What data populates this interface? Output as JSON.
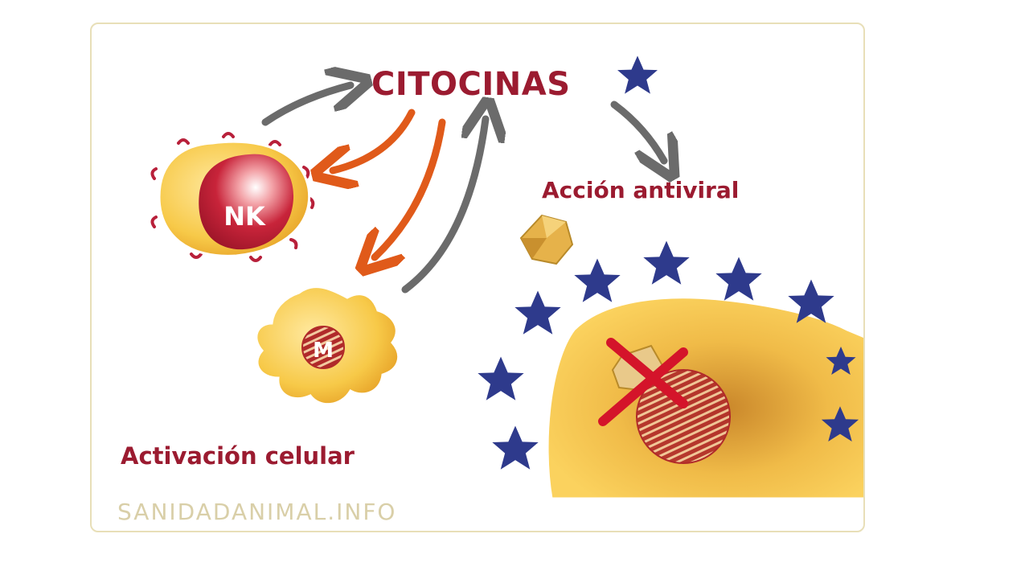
{
  "diagram": {
    "title": "CITOCINAS",
    "antiviral_label": "Acción antiviral",
    "activation_label": "Activación celular",
    "nk_label": "NK",
    "macrophage_label": "M",
    "watermark": "SANIDADANIMAL.INFO",
    "colors": {
      "title": "#9b1b30",
      "arrow_gray": "#6b6b6b",
      "arrow_orange": "#e05a1a",
      "cell_yellow": "#f7c948",
      "nucleus_red": "#c8243a",
      "star_blue": "#2e3a8c",
      "cross_red": "#d4142a"
    },
    "icons": [
      "gray-arrow",
      "orange-arrow",
      "star",
      "virus-capsid",
      "cross"
    ]
  }
}
